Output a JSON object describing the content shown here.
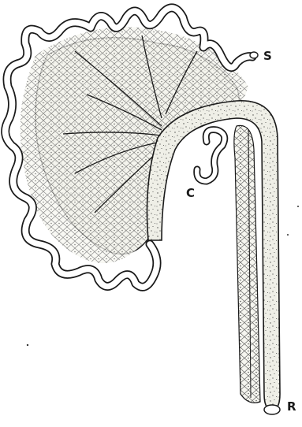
{
  "figure": {
    "labels": {
      "s": "S",
      "c": "C",
      "r": "R"
    }
  },
  "colors": {
    "ink": "#1a1a1a",
    "tissue": "#efefe7",
    "stipple": "#4a4a4a",
    "background": "#ffffff"
  }
}
